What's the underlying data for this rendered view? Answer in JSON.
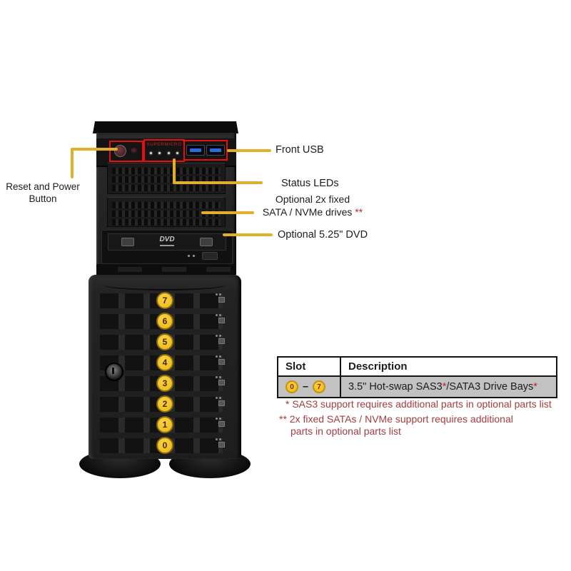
{
  "colors": {
    "callout_yellow": "#E2AF2B",
    "annotation_box_red": "#E8100C",
    "footnote_red": "#A53C3F",
    "asterisk_red": "#C5222A",
    "bay_circle_yellow": "#EDB90E",
    "table_row_gray": "#C2C2C2"
  },
  "tower": {
    "brand": "SUPERMICRO",
    "dvd_logo": "DVD",
    "bays": [
      "7",
      "6",
      "5",
      "4",
      "3",
      "2",
      "1",
      "0"
    ]
  },
  "callouts": {
    "front_usb": "Front USB",
    "status_leds": "Status LEDs",
    "optional_drives_line1": "Optional 2x fixed",
    "optional_drives_line2": "SATA / NVMe drives ",
    "optional_drives_stars": "**",
    "optional_dvd": "Optional 5.25\" DVD",
    "reset_power_line1": "Reset and Power",
    "reset_power_line2": "Button"
  },
  "table": {
    "headers": [
      "Slot",
      "Description"
    ],
    "row": {
      "slot_from": "0",
      "slot_dash": "–",
      "slot_to": "7",
      "desc_part1": "3.5\" Hot-swap SAS3",
      "desc_star1": "*",
      "desc_part2": "/SATA3 Drive Bays",
      "desc_star2": "*"
    }
  },
  "footnotes": {
    "line1": "* SAS3 support requires additional parts in optional parts list",
    "line2": "** 2x fixed SATAs / NVMe support requires additional",
    "line3": "parts in optional parts list"
  }
}
